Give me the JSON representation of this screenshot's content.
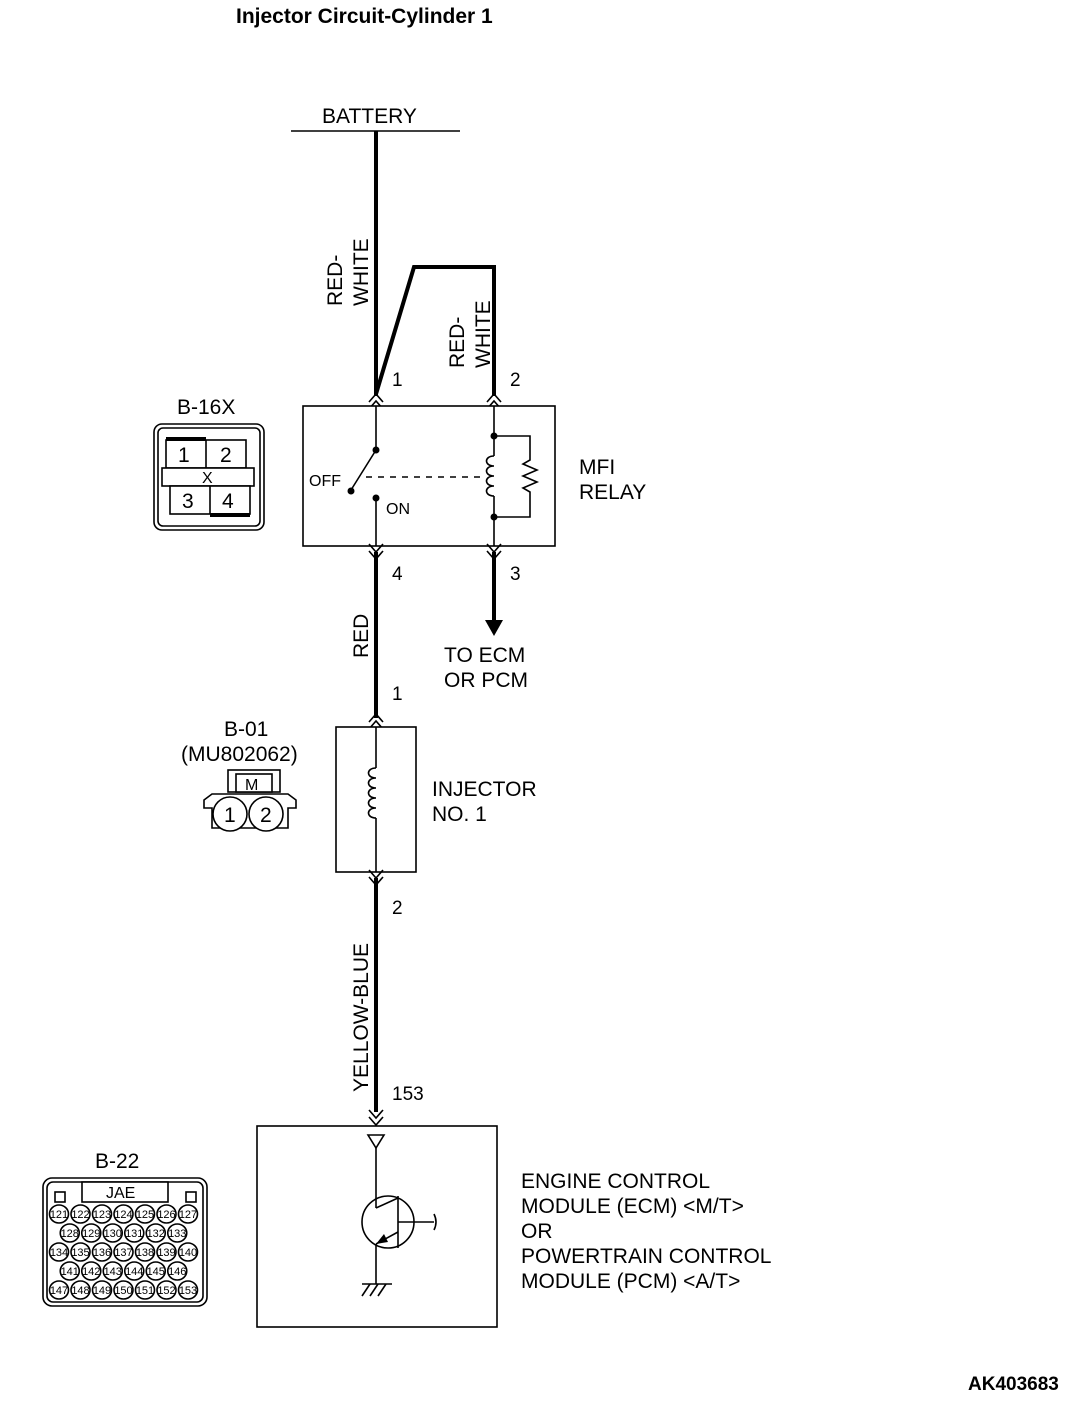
{
  "title": "Injector Circuit-Cylinder 1",
  "battery_label": "BATTERY",
  "wires": {
    "battery_to_relay": "RED-WHITE",
    "relay_pin2_feed": "RED-WHITE",
    "relay_to_injector": "RED",
    "injector_to_module": "YELLOW-BLUE"
  },
  "relay": {
    "name_line1": "MFI",
    "name_line2": "RELAY",
    "switch_off": "OFF",
    "switch_on": "ON",
    "pins": [
      "1",
      "2",
      "4",
      "3"
    ],
    "destination_line1": "TO ECM",
    "destination_line2": "OR PCM"
  },
  "connector_b16x": {
    "id": "B-16X",
    "cavities": [
      "1",
      "2",
      "3",
      "4"
    ],
    "mark": "X"
  },
  "injector": {
    "name_line1": "INJECTOR",
    "name_line2": "NO. 1",
    "pin_top": "1",
    "pin_bottom": "2"
  },
  "connector_b01": {
    "id": "B-01",
    "part": "(MU802062)",
    "mark": "M",
    "cavities": [
      "1",
      "2"
    ]
  },
  "module": {
    "pin": "153",
    "line1": "ENGINE CONTROL",
    "line2": "MODULE (ECM) <M/T>",
    "line3": "OR",
    "line4": "POWERTRAIN CONTROL",
    "line5": "MODULE (PCM) <A/T>"
  },
  "connector_b22": {
    "id": "B-22",
    "maker": "JAE",
    "rows": [
      [
        "121",
        "122",
        "123",
        "124",
        "125",
        "126",
        "127"
      ],
      [
        "128",
        "129",
        "130",
        "131",
        "132",
        "133"
      ],
      [
        "134",
        "135",
        "136",
        "137",
        "138",
        "139",
        "140"
      ],
      [
        "141",
        "142",
        "143",
        "144",
        "145",
        "146"
      ],
      [
        "147",
        "148",
        "149",
        "150",
        "151",
        "152",
        "153"
      ]
    ]
  },
  "figure_code": "AK403683"
}
